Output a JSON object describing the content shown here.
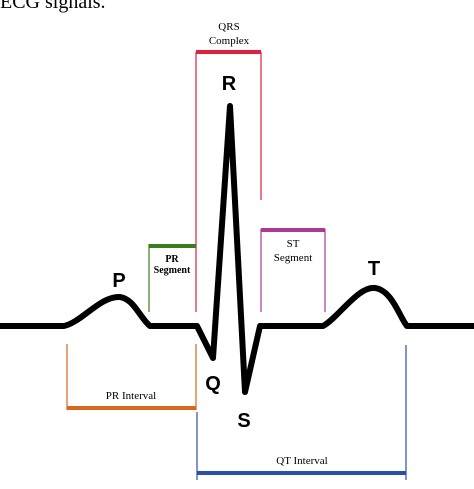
{
  "caption": "ECG signals.",
  "waves": {
    "p": "P",
    "q": "Q",
    "r": "R",
    "s": "S",
    "t": "T"
  },
  "segments": {
    "qrs_line1": "QRS",
    "qrs_line2": "Complex",
    "pr_seg_line1": "PR",
    "pr_seg_line2": "Segment",
    "st_seg_line1": "ST",
    "st_seg_line2": "Segment"
  },
  "intervals": {
    "pr": "PR Interval",
    "qt": "QT Interval"
  },
  "colors": {
    "trace": "#000000",
    "qrs": "#e0203c",
    "pr_segment": "#3a7d1e",
    "st_segment": "#a83a9a",
    "pr_interval": "#d9681e",
    "qt_interval": "#2a4fa8"
  }
}
